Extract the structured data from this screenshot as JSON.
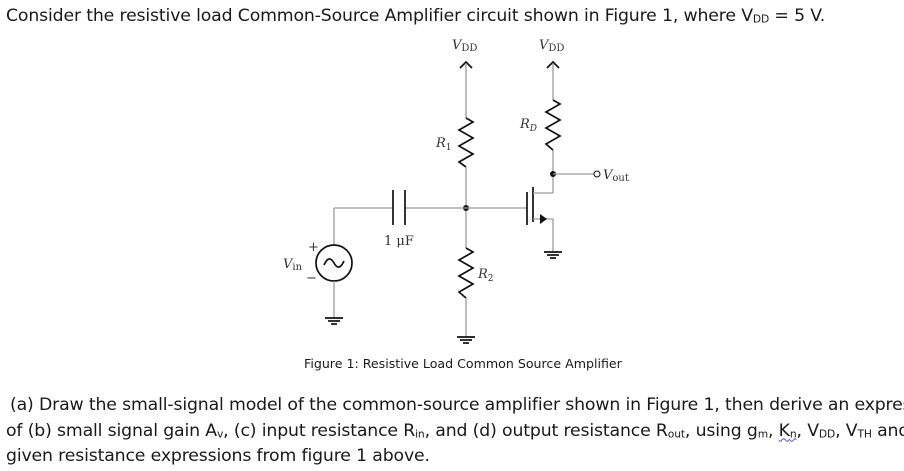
{
  "question_header": {
    "text_before": "Consider the resistive load Common-Source Amplifier circuit shown in Figure 1, where V",
    "subscript": "DD",
    "text_after": " = 5 V."
  },
  "figure": {
    "caption": "Figure 1: Resistive Load Common Source Amplifier",
    "labels": {
      "vdd_left": {
        "main": "V",
        "sub": "DD"
      },
      "vdd_right": {
        "main": "V",
        "sub": "DD"
      },
      "r1": {
        "main": "R",
        "sub": "1"
      },
      "r2": {
        "main": "R",
        "sub": "2"
      },
      "rd": {
        "main": "R",
        "sub": "D"
      },
      "vout": {
        "main": "V",
        "sub": "out"
      },
      "vin": {
        "main": "V",
        "sub": "in"
      },
      "capacitor": "1 μF",
      "plus": "+",
      "minus": "−"
    },
    "components": [
      "voltage-source",
      "coupling-capacitor",
      "resistor-R1",
      "resistor-R2",
      "resistor-RD",
      "nmos-transistor",
      "ground",
      "ground",
      "ground"
    ]
  },
  "question_body": {
    "line1": "(a) Draw the small-signal model of the common-source amplifier shown in Figure 1, then derive an expression",
    "line2": {
      "t1": "of (b) small signal gain A",
      "s1": "v",
      "t2": ", (c) input resistance R",
      "s2": "in",
      "t3": ", and (d) output resistance R",
      "s3": "out",
      "t4": ", using g",
      "s4": "m",
      "t5": ", ",
      "kn_main": "K",
      "kn_sub": "n",
      "t6": ", V",
      "s6": "DD",
      "t7": ", V",
      "s7": "TH",
      "t8": " and"
    },
    "line3": "given resistance expressions from figure 1 above."
  }
}
